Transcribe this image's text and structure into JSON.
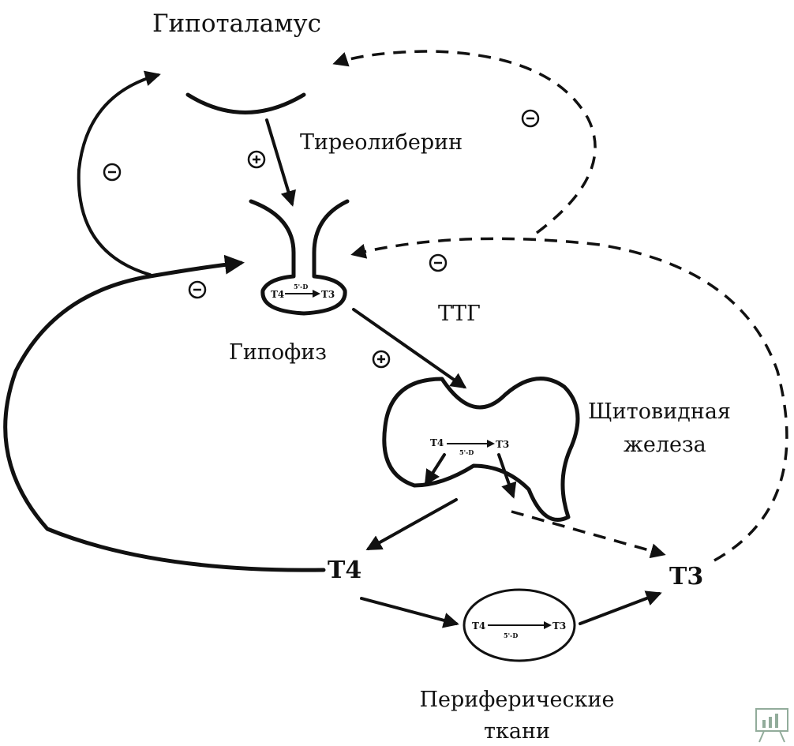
{
  "labels": {
    "hypothalamus": "Гипоталамус",
    "trh": "Тиреолиберин",
    "pituitary": "Гипофиз",
    "tsh": "ТТГ",
    "thyroid_line1": "Щитовидная",
    "thyroid_line2": "железа",
    "t4": "T4",
    "t3": "T3",
    "peripheral_line1": "Периферические",
    "peripheral_line2": "ткани"
  },
  "conversions": {
    "pituitary": {
      "from": "T4",
      "to": "T3",
      "enzyme": "5'-D"
    },
    "thyroid": {
      "from": "T4",
      "to": "T3",
      "enzyme": "5'-D"
    },
    "peripheral": {
      "from": "T4",
      "to": "T3",
      "enzyme": "5'-D"
    }
  },
  "signs": {
    "hypo_loop": "−",
    "trh_stim": "+",
    "t3_to_hypo": "−",
    "t4_to_pit": "−",
    "t3_to_pit": "−",
    "tsh_stim": "+"
  }
}
